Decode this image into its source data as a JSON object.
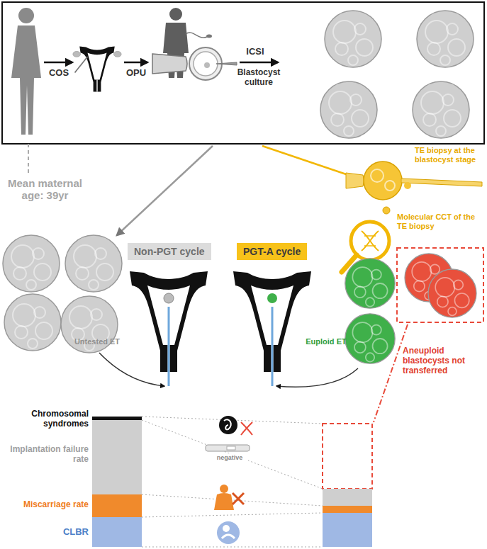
{
  "diagram": {
    "nodes": [
      {
        "text": [
          "Non-PGT cycle"
        ]
      },
      {
        "text": [
          "PGT-A cycle"
        ]
      }
    ],
    "labels": [
      "COS",
      "OPU",
      "ICSI",
      "Blastocyst culture",
      "Mean maternal age: 39yr",
      "TE biopsy at the blastocyst stage",
      "Molecular CCT of the TE biopsy",
      "Untested ET",
      "Euploid ET",
      "Aneuploid blastocysts not transferred",
      "Chromosomal syndromes",
      "Implantation failure rate",
      "negative",
      "Miscarriage rate",
      "CLBR"
    ]
  }
}
